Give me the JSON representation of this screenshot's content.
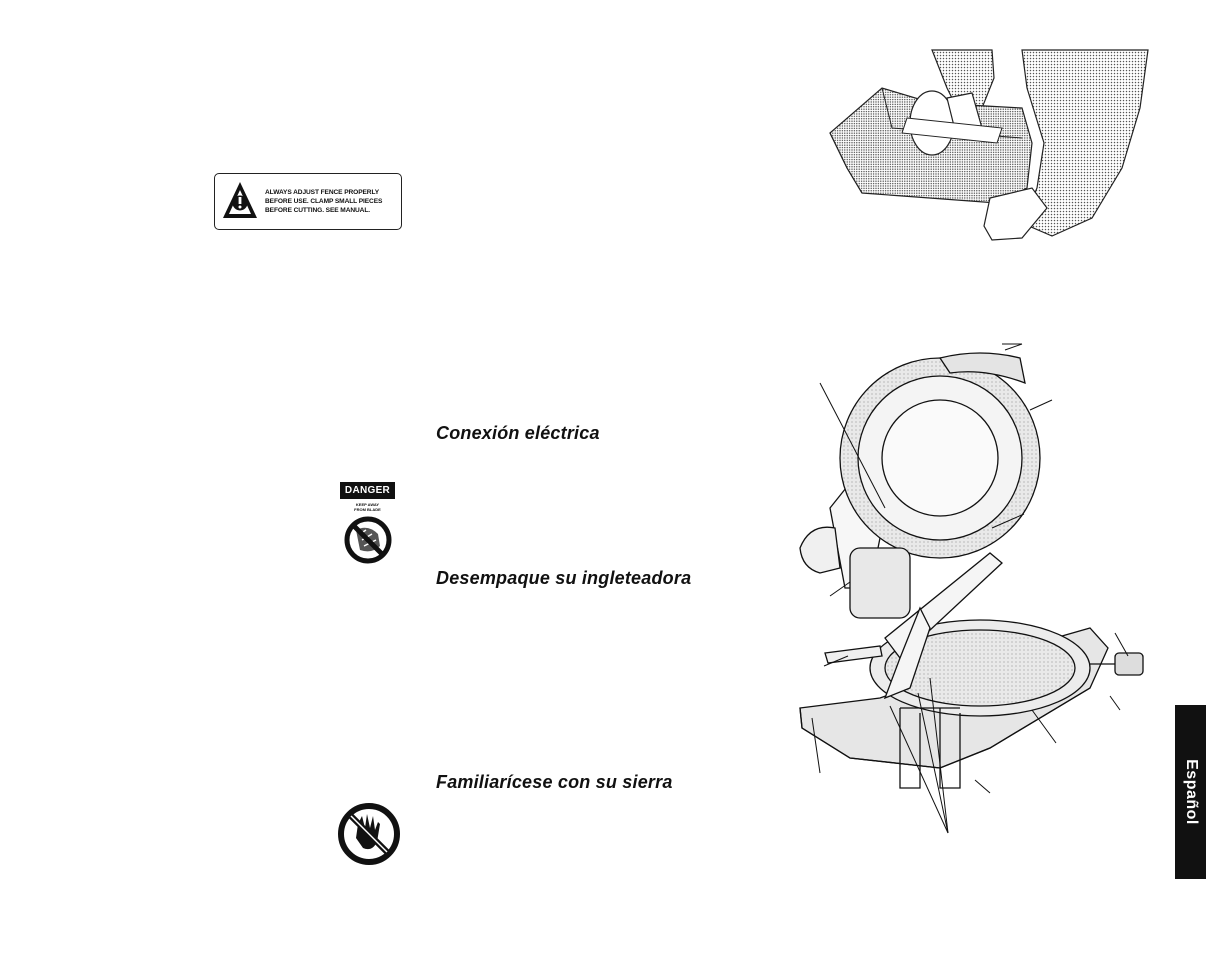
{
  "warning_label": {
    "line1": "ALWAYS ADJUST FENCE PROPERLY",
    "line2": "BEFORE USE. CLAMP SMALL PIECES",
    "line3": "BEFORE CUTTING. SEE MANUAL."
  },
  "sections": {
    "electrical": "Conexión eléctrica",
    "unpack": "Desempaque su ingleteadora",
    "familiarize": "Familiarícese con su sierra"
  },
  "danger_sign": {
    "header": "DANGER",
    "line1": "KEEP AWAY",
    "line2": "FROM BLADE"
  },
  "language_tab": "Español",
  "icons": {
    "warning": "warning-triangle-icon",
    "no_hands_blade": "no-hands-near-blade-icon",
    "no_hand": "no-hand-icon"
  }
}
